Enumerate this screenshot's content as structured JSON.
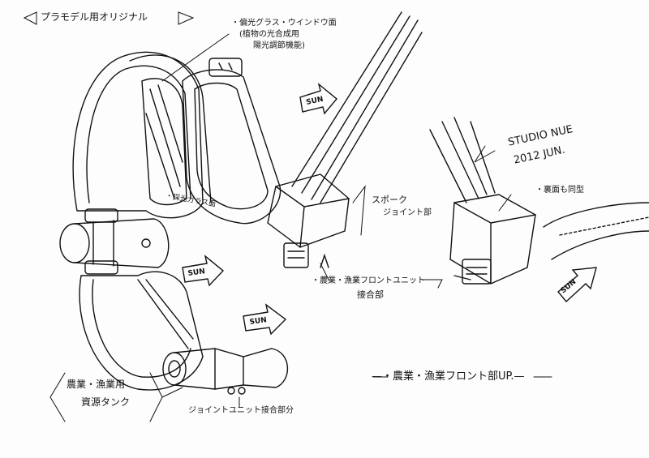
{
  "labels": {
    "plamodel_original": "プラモデル用オリジナル",
    "polarized_glass_1": "・偏光グラス・ウインドウ面",
    "polarized_glass_2": "(植物の光合成用",
    "polarized_glass_3": "陽光調節機能)",
    "lighting_glass": "・採光ガラス面",
    "spoke_joint_1": "スポーク",
    "spoke_joint_2": "ジョイント部",
    "studio_1": "STUDIO NUE",
    "studio_2": "2012 JUN.",
    "back_same": "・裏面も同型",
    "front_unit_1": "・農業・漁業フロントユニット",
    "front_unit_2": "接合部",
    "tank_1": "農業・漁業用",
    "tank_2": "資源タンク",
    "joint_unit": "ジョイントユニット接合部分",
    "caption": "—・農業・漁業フロント部UP.—"
  },
  "sun_arrows": [
    "SUN",
    "SUN",
    "SUN",
    "SUN"
  ]
}
